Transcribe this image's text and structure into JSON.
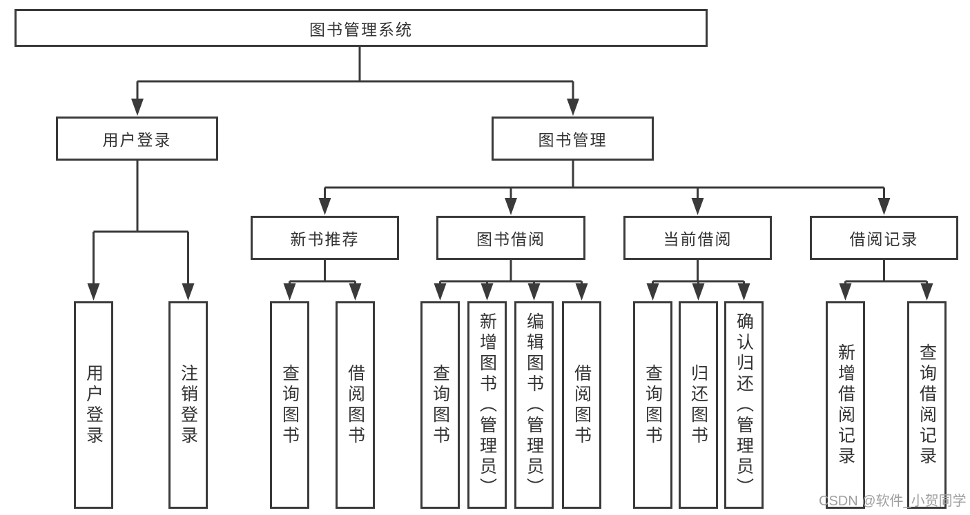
{
  "tree": {
    "label": "图书管理系统",
    "children": [
      {
        "label": "用户登录",
        "children": [
          {
            "label": "用户登录"
          },
          {
            "label": "注销登录"
          }
        ]
      },
      {
        "label": "图书管理",
        "children": [
          {
            "label": "新书推荐",
            "children": [
              {
                "label": "查询图书"
              },
              {
                "label": "借阅图书"
              }
            ]
          },
          {
            "label": "图书借阅",
            "children": [
              {
                "label": "查询图书"
              },
              {
                "label": "新增图书（管理员）"
              },
              {
                "label": "编辑图书（管理员）"
              },
              {
                "label": "借阅图书"
              }
            ]
          },
          {
            "label": "当前借阅",
            "children": [
              {
                "label": "查询图书"
              },
              {
                "label": "归还图书"
              },
              {
                "label": "确认归还（管理员）"
              }
            ]
          },
          {
            "label": "借阅记录",
            "children": [
              {
                "label": "新增借阅记录"
              },
              {
                "label": "查询借阅记录"
              }
            ]
          }
        ]
      }
    ]
  },
  "watermark": {
    "text": "CSDN @软件_小贺同学"
  },
  "colors": {
    "line": "#3a3a3a",
    "box_border": "#3a3a3a",
    "text": "#333333",
    "watermark": "#9e9e9e",
    "background": "#ffffff"
  }
}
